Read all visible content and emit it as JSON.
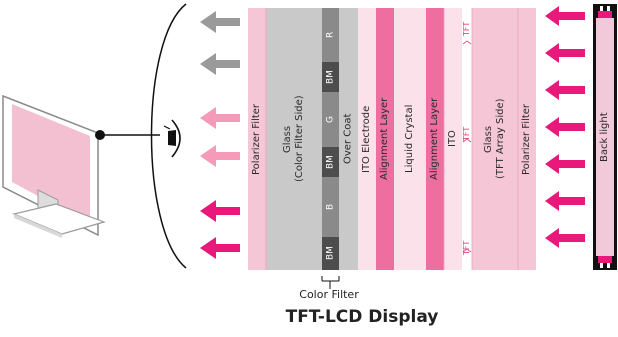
{
  "layers": {
    "polarizer_front": "Polarizer Filter",
    "glass_cf": "Glass\n(Color Filter Side)",
    "cf_r": "R",
    "cf_bm1": "BM",
    "cf_g": "G",
    "cf_bm2": "BM",
    "cf_b": "B",
    "cf_bm3": "BM",
    "overcoat": "Over Coat",
    "ito_electrode": "ITO Electrode",
    "alignment_front": "Alignment Layer",
    "liquid_crystal": "Liquid Crystal",
    "alignment_back": "Alignment Layer",
    "ito": "ITO",
    "tft_top": "TFT",
    "tft_mid": "TFT",
    "tft_bottom": "TFT",
    "glass_tft": "Glass\n(TFT Array Side)",
    "polarizer_back": "Polarizer Filter",
    "backlight": "Back light"
  },
  "color_filter_caption": "Color Filter",
  "title": "TFT-LCD Display",
  "colors": {
    "light_pink": "#f4c6d6",
    "pale_pink": "#fbe1ea",
    "gray": "#c9c9c9",
    "dark_gray": "#4d4d4d",
    "mid_gray": "#8a8a8a",
    "hot_pink": "#ee6ea0",
    "magenta": "#e8197a",
    "arrow_gray": "#9a9a9a",
    "arrow_light_pink": "#f59ab8"
  },
  "icons": [
    "monitor-icon",
    "eye-icon",
    "arrow-left-icon"
  ]
}
